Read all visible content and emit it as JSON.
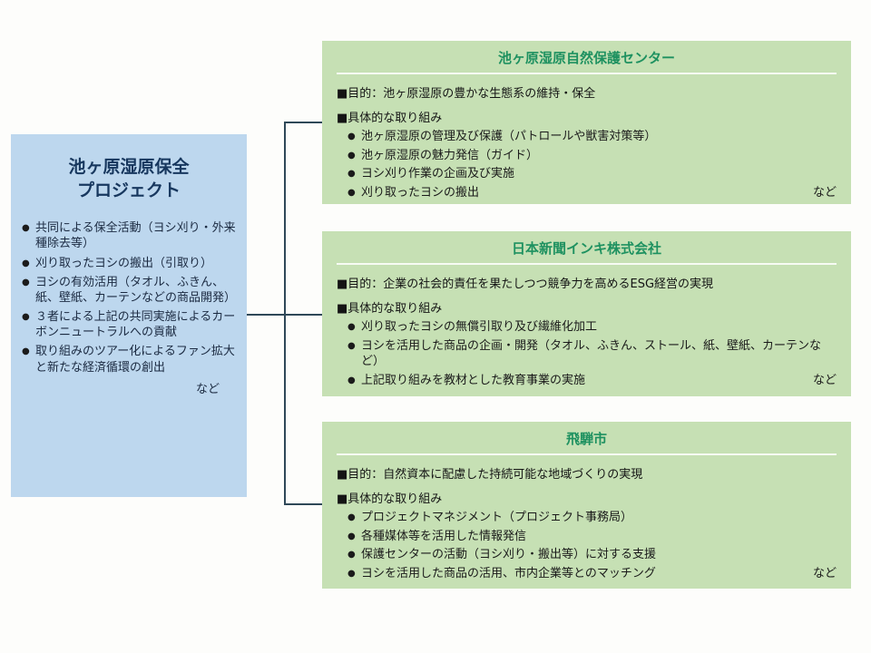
{
  "glyphs": {
    "bullet": "●"
  },
  "colors": {
    "project_box_bg": "#BDD7EE",
    "partner_box_bg": "#C6E0B4",
    "partner_title_green": "#1E9160",
    "project_title_navy": "#17375E",
    "connector": "#2F4858"
  },
  "project": {
    "title_line1": "池ヶ原湿原保全",
    "title_line2": "プロジェクト",
    "items": [
      "共同による保全活動（ヨシ刈り・外来種除去等）",
      "刈り取ったヨシの搬出（引取り）",
      "ヨシの有効活用（タオル、ふきん、紙、壁紙、カーテンなどの商品開発）",
      "３者による上記の共同実施によるカーボンニュートラルへの貢献",
      "取り組みのツアー化によるファン拡大と新たな経済循環の創出"
    ],
    "etc": "など"
  },
  "partners": [
    {
      "title": "池ヶ原湿原自然保護センター",
      "purpose": "■目的：池ヶ原湿原の豊かな生態系の維持・保全",
      "initiatives_label": "■具体的な取り組み",
      "initiatives": [
        "池ヶ原湿原の管理及び保護（パトロールや獣害対策等）",
        "池ヶ原湿原の魅力発信（ガイド）",
        "ヨシ刈り作業の企画及び実施",
        "刈り取ったヨシの搬出"
      ],
      "etc": "など"
    },
    {
      "title": "日本新聞インキ株式会社",
      "purpose": "■目的：企業の社会的責任を果たしつつ競争力を高めるESG経営の実現",
      "initiatives_label": "■具体的な取り組み",
      "initiatives": [
        "刈り取ったヨシの無償引取り及び繊維化加工",
        "ヨシを活用した商品の企画・開発（タオル、ふきん、ストール、紙、壁紙、カーテンなど）",
        "上記取り組みを教材とした教育事業の実施"
      ],
      "etc": "など"
    },
    {
      "title": "飛騨市",
      "purpose": "■目的：自然資本に配慮した持続可能な地域づくりの実現",
      "initiatives_label": "■具体的な取り組み",
      "initiatives": [
        "プロジェクトマネジメント（プロジェクト事務局）",
        "各種媒体等を活用した情報発信",
        "保護センターの活動（ヨシ刈り・搬出等）に対する支援",
        "ヨシを活用した商品の活用、市内企業等とのマッチング"
      ],
      "etc": "など"
    }
  ]
}
